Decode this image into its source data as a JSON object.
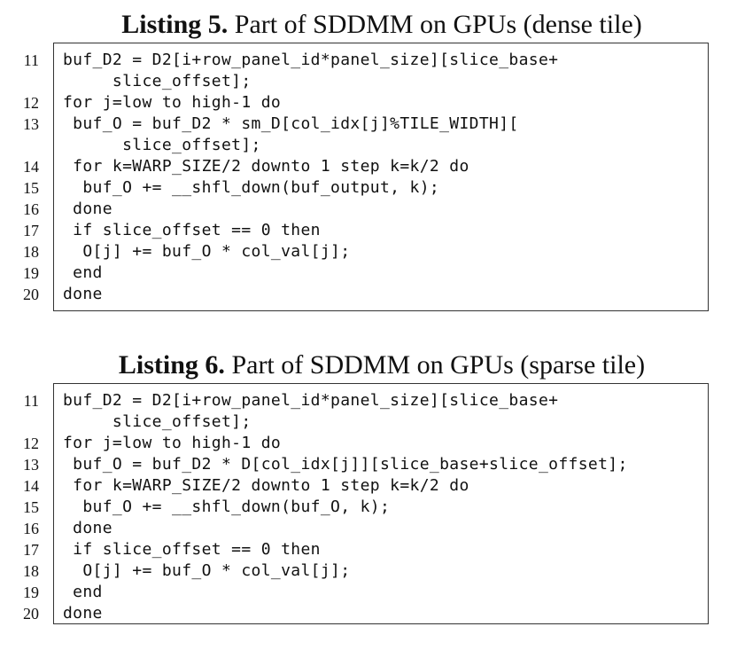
{
  "listings": [
    {
      "caption_label": "Listing 5.",
      "caption_text": " Part of SDDMM on GPUs (dense tile)",
      "lines": [
        {
          "num": "11",
          "code": "buf_D2 = D2[i+row_panel_id*panel_size][slice_base+"
        },
        {
          "num": "",
          "code": "     slice_offset];"
        },
        {
          "num": "12",
          "code": "for j=low to high-1 do"
        },
        {
          "num": "13",
          "code": " buf_O = buf_D2 * sm_D[col_idx[j]%TILE_WIDTH]["
        },
        {
          "num": "",
          "code": "      slice_offset];"
        },
        {
          "num": "14",
          "code": " for k=WARP_SIZE/2 downto 1 step k=k/2 do"
        },
        {
          "num": "15",
          "code": "  buf_O += __shfl_down(buf_output, k);"
        },
        {
          "num": "16",
          "code": " done"
        },
        {
          "num": "17",
          "code": " if slice_offset == 0 then"
        },
        {
          "num": "18",
          "code": "  O[j] += buf_O * col_val[j];"
        },
        {
          "num": "19",
          "code": " end"
        },
        {
          "num": "20",
          "code": "done"
        }
      ]
    },
    {
      "caption_label": "Listing 6.",
      "caption_text": " Part of SDDMM on GPUs (sparse tile)",
      "lines": [
        {
          "num": "11",
          "code": "buf_D2 = D2[i+row_panel_id*panel_size][slice_base+"
        },
        {
          "num": "",
          "code": "     slice_offset];"
        },
        {
          "num": "12",
          "code": "for j=low to high-1 do"
        },
        {
          "num": "13",
          "code": " buf_O = buf_D2 * D[col_idx[j]][slice_base+slice_offset];"
        },
        {
          "num": "14",
          "code": " for k=WARP_SIZE/2 downto 1 step k=k/2 do"
        },
        {
          "num": "15",
          "code": "  buf_O += __shfl_down(buf_O, k);"
        },
        {
          "num": "16",
          "code": " done"
        },
        {
          "num": "17",
          "code": " if slice_offset == 0 then"
        },
        {
          "num": "18",
          "code": "  O[j] += buf_O * col_val[j];"
        },
        {
          "num": "19",
          "code": " end"
        },
        {
          "num": "20",
          "code": "done"
        }
      ]
    }
  ]
}
